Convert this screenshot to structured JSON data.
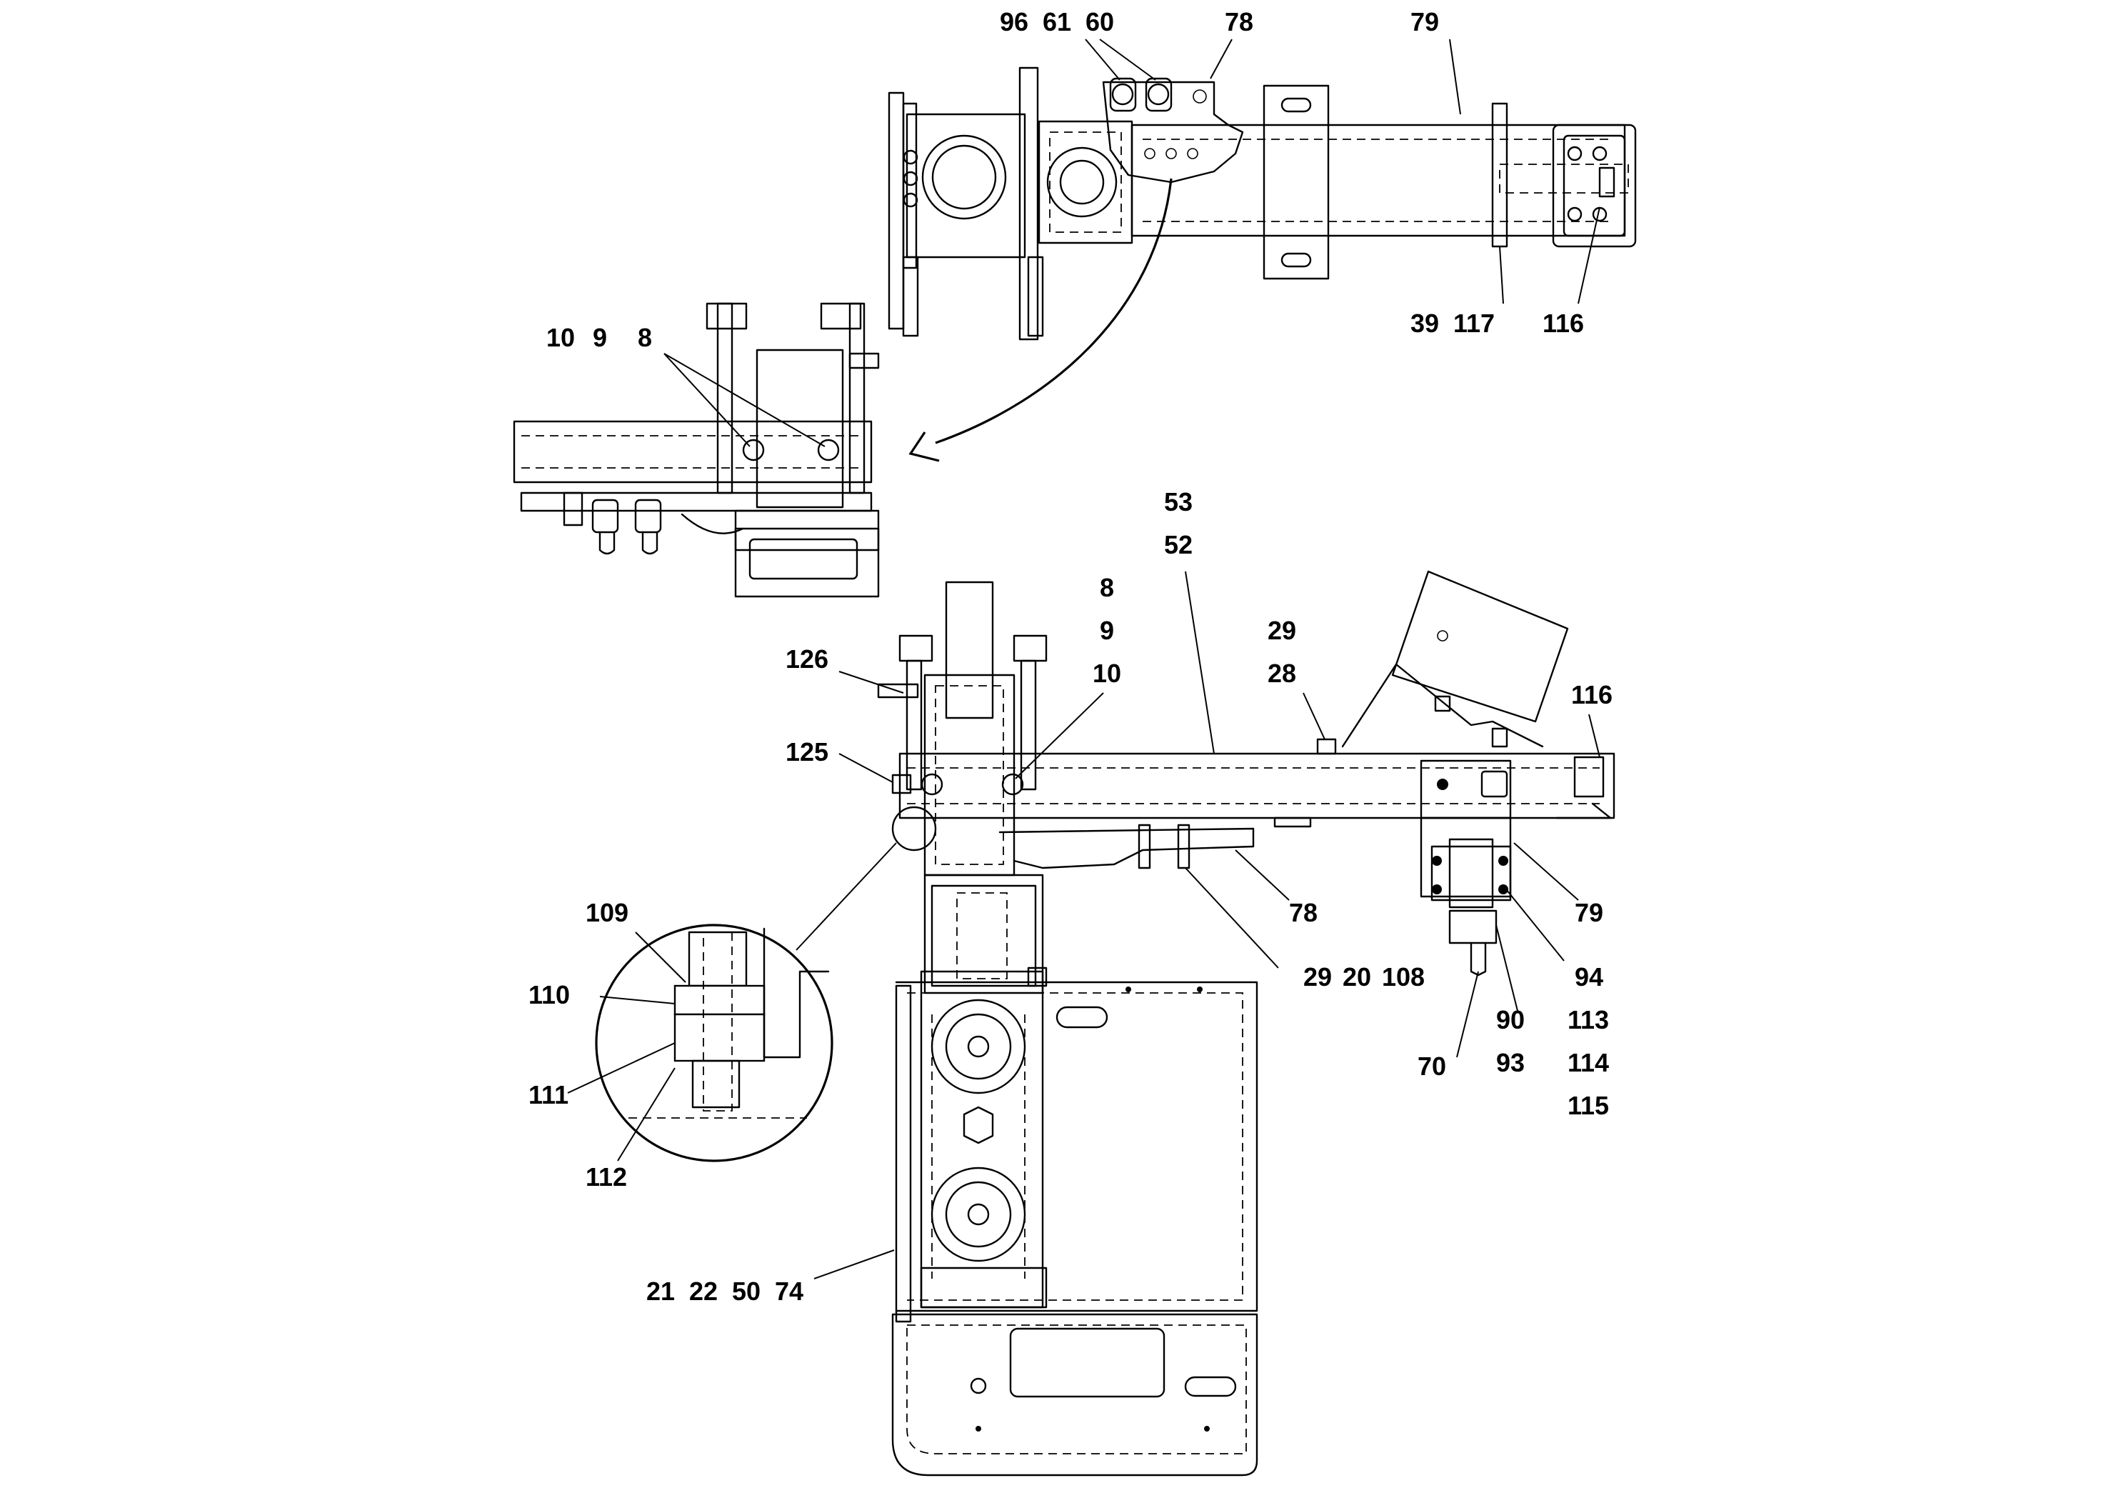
{
  "labels": {
    "top_96": "96",
    "top_61": "61",
    "top_60": "60",
    "top_78": "78",
    "top_79": "79",
    "top_39": "39",
    "top_117": "117",
    "top_116": "116",
    "mid_10": "10",
    "mid_9": "9",
    "mid_8": "8",
    "l_53": "53",
    "l_52": "52",
    "l_8": "8",
    "l_9": "9",
    "l_10": "10",
    "l_29a": "29",
    "l_28": "28",
    "l_126": "126",
    "l_125": "125",
    "l_116": "116",
    "l_78": "78",
    "l_79": "79",
    "l_29b": "29",
    "l_20": "20",
    "l_108": "108",
    "l_94": "94",
    "l_90": "90",
    "l_113": "113",
    "l_93": "93",
    "l_114": "114",
    "l_70": "70",
    "l_115": "115",
    "l_109": "109",
    "l_110": "110",
    "l_111": "111",
    "l_112": "112",
    "l_21": "21",
    "l_22": "22",
    "l_50": "50",
    "l_74": "74"
  }
}
